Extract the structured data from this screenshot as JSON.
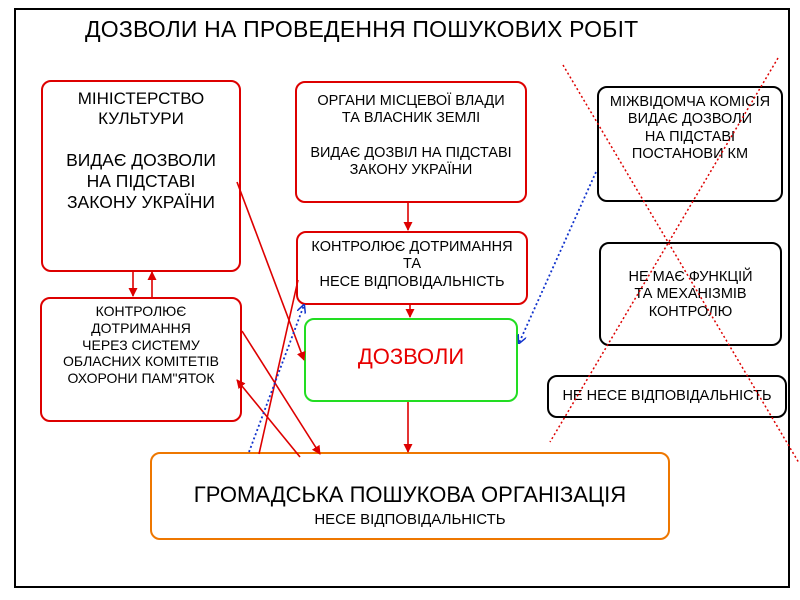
{
  "title": "ДОЗВОЛИ НА ПРОВЕДЕННЯ ПОШУКОВИХ РОБІТ",
  "ministry": {
    "line1": "МІНІСТЕРСТВО",
    "line2": "КУЛЬТУРИ",
    "line3": "ВИДАЄ ДОЗВОЛИ",
    "line4": "НА ПІДСТАВІ",
    "line5": "ЗАКОНУ УКРАЇНИ"
  },
  "local": {
    "line1": "ОРГАНИ МІСЦЕВОЇ ВЛАДИ",
    "line2": "ТА ВЛАСНИК ЗЕМЛІ",
    "line3": "ВИДАЄ ДОЗВІЛ НА ПІДСТАВІ",
    "line4": "ЗАКОНУ УКРАЇНИ"
  },
  "control_local": {
    "line1": "КОНТРОЛЮЄ ДОТРИМАННЯ",
    "line2": "ТА",
    "line3": "НЕСЕ ВІДПОВІДАЛЬНІСТЬ"
  },
  "control_ministry": {
    "line1": "КОНТРОЛЮЄ",
    "line2": "ДОТРИМАННЯ",
    "line3": "ЧЕРЕЗ СИСТЕМУ",
    "line4": "ОБЛАСНИХ КОМІТЕТІВ",
    "line5": "ОХОРОНИ ПАМ\"ЯТОК"
  },
  "permits": "ДОЗВОЛИ",
  "org": {
    "name": "ГРОМАДСЬКА ПОШУКОВА ОРГАНІЗАЦІЯ",
    "sub": "НЕСЕ ВІДПОВІДАЛЬНІСТЬ"
  },
  "commission": {
    "line1": "МІЖВІДОМЧА КОМІСІЯ",
    "line2": "ВИДАЄ ДОЗВОЛИ",
    "line3": "НА ПІДСТАВІ",
    "line4": "ПОСТАНОВИ КМ"
  },
  "no_functions": {
    "line1": "НЕ МАЄ ФУНКЦІЙ",
    "line2": "ТА МЕХАНІЗМІВ",
    "line3": "КОНТРОЛЮ"
  },
  "no_responsibility": "НЕ НЕСЕ ВІДПОВІДАЛЬНІСТЬ",
  "colors": {
    "red": "#dd0000",
    "green": "#22dd22",
    "orange": "#ee7700",
    "blue": "#1133cc",
    "permits_text": "#e80000"
  }
}
